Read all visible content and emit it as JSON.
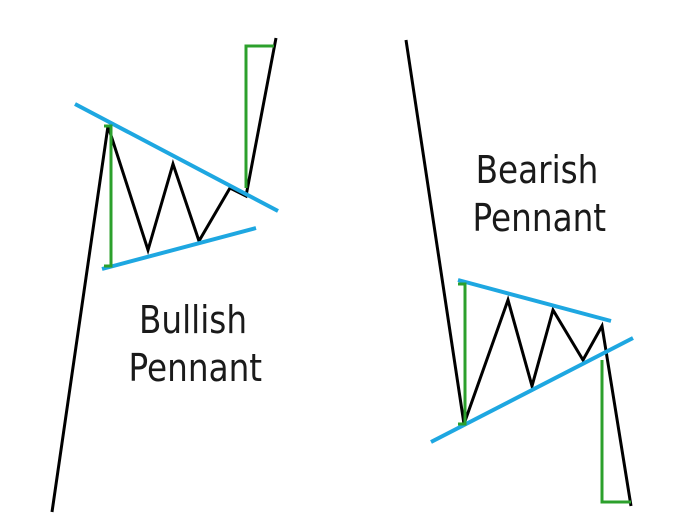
{
  "colors": {
    "background": "#ffffff",
    "price_line": "#000000",
    "trendline": "#1ea7e1",
    "measure": "#2ca02c",
    "text": "#1a1a1a"
  },
  "bullish": {
    "label_line1": "Bullish",
    "label_line2": "Pennant"
  },
  "bearish": {
    "label_line1": "Bearish",
    "label_line2": "Pennant"
  }
}
